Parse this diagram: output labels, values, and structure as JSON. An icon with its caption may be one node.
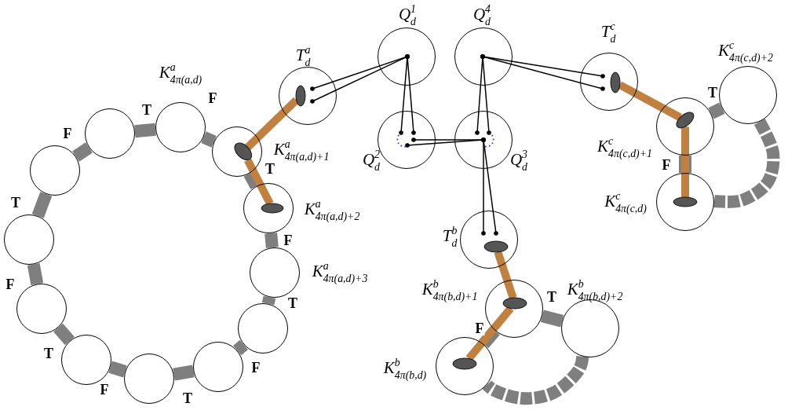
{
  "diagram": {
    "nodes": [
      {
        "text": [
          "K$^{a}$$_{4π(a,d)}$"
        ]
      },
      {
        "text": [
          "K$^{a}$$_{4π(a,d)+1}$"
        ]
      },
      {
        "text": [
          "K$^{a}$$_{4π(a,d)+2}$"
        ]
      },
      {
        "text": [
          "K$^{a}$$_{4π(a,d)+3}$"
        ]
      },
      {
        "text": [],
        "shape": "circle"
      },
      {
        "text": [],
        "shape": "circle"
      },
      {
        "text": [],
        "shape": "circle"
      },
      {
        "text": [],
        "shape": "circle"
      },
      {
        "text": [],
        "shape": "circle"
      },
      {
        "text": [],
        "shape": "circle"
      },
      {
        "text": [],
        "shape": "circle"
      },
      {
        "text": [],
        "shape": "circle"
      },
      {
        "text": [
          "T$^{a}$$_{d}$"
        ]
      },
      {
        "text": [
          "Q$^{1}$$_{d}$"
        ]
      },
      {
        "text": [
          "Q$^{4}$$_{d}$"
        ]
      },
      {
        "text": [
          "Q$^{2}$$_{d}$"
        ]
      },
      {
        "text": [
          "Q$^{3}$$_{d}$"
        ]
      },
      {
        "text": [
          "T$^{c}$$_{d}$"
        ]
      },
      {
        "text": [
          "K$^{c}$$_{4π(c,d)+2}$"
        ]
      },
      {
        "text": [
          "K$^{c}$$_{4π(c,d)+1}$"
        ]
      },
      {
        "text": [
          "K$^{c}$$_{4π(c,d)}$"
        ]
      },
      {
        "text": [
          "T$^{b}$$_{d}$"
        ]
      },
      {
        "text": [
          "K$^{b}$$_{4π(b,d)+1}$"
        ]
      },
      {
        "text": [
          "K$^{b}$$_{4π(b,d)+2}$"
        ]
      },
      {
        "text": [
          "K$^{b}$$_{4π(b,d)}$"
        ]
      },
      {
        "text": [],
        "shape": "ellipse",
        "in": 12
      },
      {
        "text": [],
        "shape": "ellipse",
        "in": 1
      },
      {
        "text": [],
        "shape": "ellipse",
        "in": 2
      },
      {
        "text": [],
        "shape": "ellipse",
        "in": 17
      },
      {
        "text": [],
        "shape": "ellipse",
        "in": 19
      },
      {
        "text": [],
        "shape": "ellipse",
        "in": 20
      },
      {
        "text": [],
        "shape": "ellipse",
        "in": 21
      },
      {
        "text": [],
        "shape": "ellipse",
        "in": 22
      },
      {
        "text": [],
        "shape": "ellipse",
        "in": 24
      }
    ],
    "edges": [
      {
        "from": 0,
        "to": 1,
        "arrow": "none",
        "label": "F"
      },
      {
        "from": 1,
        "to": 2,
        "arrow": "none",
        "label": "T"
      },
      {
        "from": 2,
        "to": 3,
        "arrow": "none",
        "label": "F"
      },
      {
        "from": 3,
        "to": 4,
        "arrow": "none",
        "label": "T"
      },
      {
        "from": 4,
        "to": 5,
        "arrow": "none",
        "label": "F"
      },
      {
        "from": 5,
        "to": 6,
        "arrow": "none",
        "label": "T"
      },
      {
        "from": 6,
        "to": 7,
        "arrow": "none",
        "label": "F"
      },
      {
        "from": 7,
        "to": 8,
        "arrow": "none",
        "label": "T"
      },
      {
        "from": 8,
        "to": 9,
        "arrow": "none",
        "label": "F"
      },
      {
        "from": 9,
        "to": 10,
        "arrow": "none",
        "label": "T"
      },
      {
        "from": 10,
        "to": 11,
        "arrow": "none",
        "label": "F"
      },
      {
        "from": 11,
        "to": 0,
        "arrow": "none",
        "label": "T"
      },
      {
        "from": 19,
        "to": 18,
        "arrow": "none",
        "label": "T"
      },
      {
        "from": 19,
        "to": 20,
        "arrow": "none",
        "label": "F"
      },
      {
        "from": 18,
        "to": 20,
        "arrow": "none",
        "style": "dashed"
      },
      {
        "from": 22,
        "to": 23,
        "arrow": "none",
        "label": "T"
      },
      {
        "from": 22,
        "to": 24,
        "arrow": "none",
        "label": "F"
      },
      {
        "from": 23,
        "to": 24,
        "arrow": "none",
        "style": "dashed"
      },
      {
        "from": 25,
        "to": 26,
        "arrow": "none",
        "color": "#c0803f"
      },
      {
        "from": 26,
        "to": 27,
        "arrow": "none",
        "color": "#c0803f"
      },
      {
        "from": 28,
        "to": 29,
        "arrow": "none",
        "color": "#c0803f"
      },
      {
        "from": 29,
        "to": 30,
        "arrow": "none",
        "color": "#c0803f"
      },
      {
        "from": 31,
        "to": 32,
        "arrow": "none",
        "color": "#c0803f"
      },
      {
        "from": 32,
        "to": 33,
        "arrow": "none",
        "color": "#c0803f"
      },
      {
        "from": 13,
        "to": 25,
        "arrow": "other",
        "color": "#000000"
      },
      {
        "from": 13,
        "to": 25,
        "arrow": "other",
        "color": "#000000"
      },
      {
        "from": 13,
        "to": 15,
        "arrow": "other",
        "color": "#000000"
      },
      {
        "from": 13,
        "to": 15,
        "arrow": "other",
        "color": "#000000"
      },
      {
        "from": 16,
        "to": 15,
        "arrow": "other",
        "color": "#000000"
      },
      {
        "from": 16,
        "to": 15,
        "arrow": "other",
        "color": "#000000"
      },
      {
        "from": 14,
        "to": 16,
        "arrow": "other",
        "color": "#000000"
      },
      {
        "from": 14,
        "to": 16,
        "arrow": "other",
        "color": "#000000"
      },
      {
        "from": 14,
        "to": 28,
        "arrow": "other",
        "color": "#000000"
      },
      {
        "from": 14,
        "to": 28,
        "arrow": "other",
        "color": "#000000"
      },
      {
        "from": 16,
        "to": 31,
        "arrow": "other",
        "color": "#000000"
      },
      {
        "from": 16,
        "to": 31,
        "arrow": "other",
        "color": "#000000"
      }
    ]
  }
}
